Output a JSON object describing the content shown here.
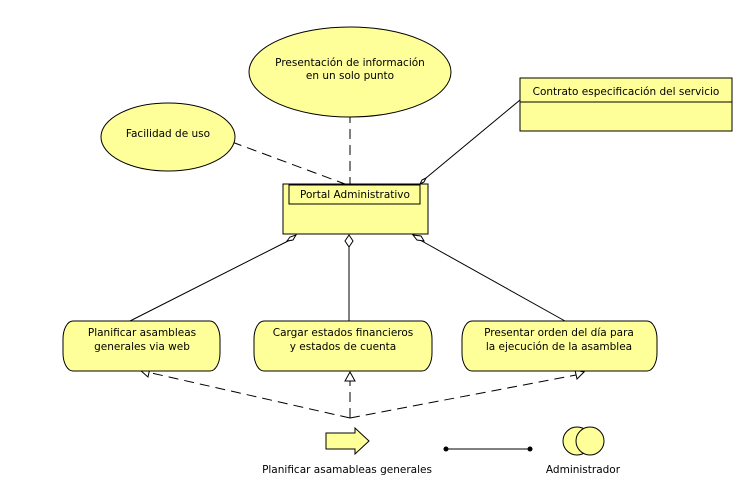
{
  "diagram": {
    "fill_color": "#ffff99",
    "stroke_color": "#000000",
    "goals": {
      "presentacion": {
        "line1": "Presentación de información",
        "line2": "en un solo punto"
      },
      "facilidad": {
        "line1": "Facilidad de uso"
      }
    },
    "contract": {
      "title": "Contrato especificación del servicio"
    },
    "service": {
      "title": "Portal Administrativo"
    },
    "processes": [
      {
        "line1": "Planificar asambleas",
        "line2": "generales via web"
      },
      {
        "line1": "Cargar estados financieros",
        "line2": "y estados de cuenta"
      },
      {
        "line1": "Presentar orden del día para",
        "line2": "la ejecución de la asamblea"
      }
    ],
    "event": {
      "label": "Planificar asamableas generales"
    },
    "role": {
      "label": "Administrador"
    }
  }
}
